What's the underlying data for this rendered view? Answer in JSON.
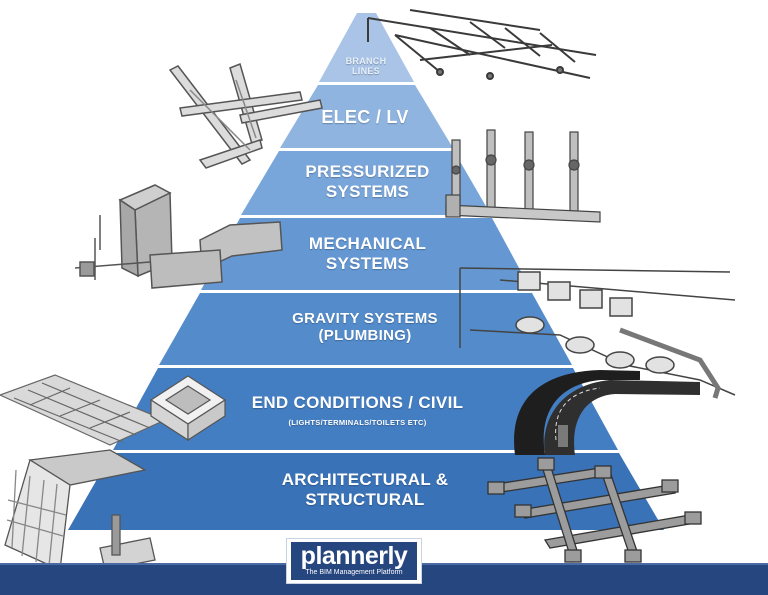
{
  "pyramid": {
    "levels": [
      {
        "id": "branch",
        "lines": [
          "BRANCH",
          "LINES"
        ],
        "fill": "#a9c4e6"
      },
      {
        "id": "elec",
        "lines": [
          "ELEC / LV"
        ],
        "fill": "#8fb4e0"
      },
      {
        "id": "pressurized",
        "lines": [
          "PRESSURIZED",
          "SYSTEMS"
        ],
        "fill": "#79a6da"
      },
      {
        "id": "mechanical",
        "lines": [
          "MECHANICAL",
          "SYSTEMS"
        ],
        "fill": "#6598d3"
      },
      {
        "id": "gravity",
        "lines": [
          "GRAVITY SYSTEMS",
          "(PLUMBING)"
        ],
        "fill": "#538bcb"
      },
      {
        "id": "end",
        "lines": [
          "END CONDITIONS / CIVIL"
        ],
        "sub": "(LIGHTS/TERMINALS/TOILETS ETC)",
        "fill": "#447ec2"
      },
      {
        "id": "arch",
        "lines": [
          "ARCHITECTURAL &",
          "STRUCTURAL"
        ],
        "fill": "#3a72b8"
      }
    ]
  },
  "illustrations": [
    {
      "name": "sprinkler-branch-lines-icon"
    },
    {
      "name": "cable-tray-icon"
    },
    {
      "name": "pressurized-pipe-risers-icon"
    },
    {
      "name": "hvac-ductwork-icon"
    },
    {
      "name": "plumbing-fixtures-icon"
    },
    {
      "name": "ceiling-grid-icon"
    },
    {
      "name": "air-terminal-icon"
    },
    {
      "name": "curved-road-icon"
    },
    {
      "name": "curtain-wall-structure-icon"
    },
    {
      "name": "foundation-grid-icon"
    }
  ],
  "logo": {
    "name": "plannerly",
    "tagline": "The BIM Management Platform"
  },
  "colors": {
    "bar": "#26467f",
    "band_gap": "#ffffff"
  }
}
